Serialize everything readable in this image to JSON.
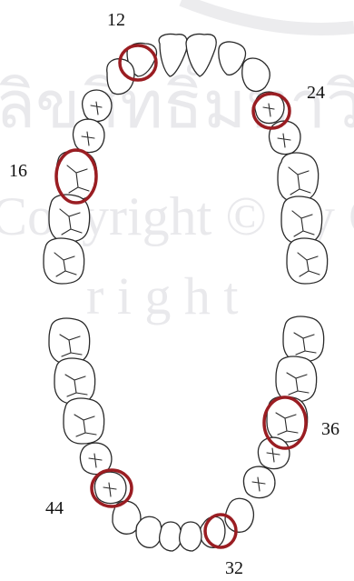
{
  "watermark": {
    "line1": "ลิขสิทธิ์มหาวิ",
    "line2": "Copyright © by C",
    "line3": "r i g h t"
  },
  "colors": {
    "marker": "#9a1d22",
    "outline": "#2a2a2a",
    "watermark": "#e9e9ec"
  },
  "labels": {
    "t12": "12",
    "t24": "24",
    "t16": "16",
    "t36": "36",
    "t44": "44",
    "t32": "32"
  },
  "highlighted_teeth": [
    "12",
    "24",
    "16",
    "36",
    "44",
    "32"
  ]
}
